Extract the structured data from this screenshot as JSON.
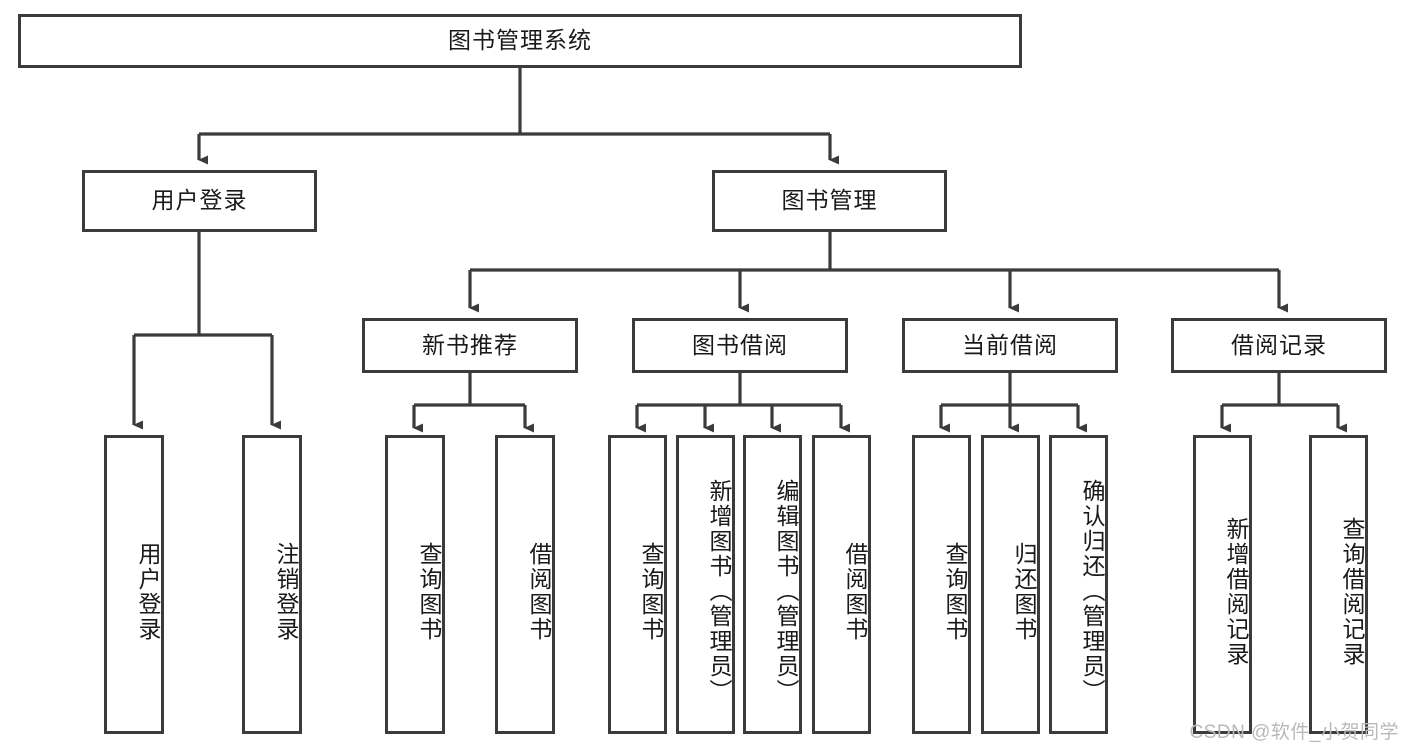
{
  "diagram": {
    "title": "图书管理系统",
    "type": "hierarchy-tree",
    "style": {
      "box_border_color": "#3b3b3b",
      "box_fill_color": "#ffffff",
      "line_color": "#3b3b3b",
      "text_color": "#1a1a1a",
      "background": "#ffffff"
    },
    "root": {
      "label": "图书管理系统"
    },
    "level2": [
      {
        "label": "用户登录"
      },
      {
        "label": "图书管理"
      }
    ],
    "level3": [
      {
        "label": "新书推荐"
      },
      {
        "label": "图书借阅"
      },
      {
        "label": "当前借阅"
      },
      {
        "label": "借阅记录"
      }
    ],
    "leaves": {
      "user_login": [
        {
          "label": "用户登录"
        },
        {
          "label": "注销登录"
        }
      ],
      "new_book_recommend": [
        {
          "label": "查询图书"
        },
        {
          "label": "借阅图书"
        }
      ],
      "book_borrow": [
        {
          "label": "查询图书"
        },
        {
          "label": "新增图书（管理员）"
        },
        {
          "label": "编辑图书（管理员）"
        },
        {
          "label": "借阅图书"
        }
      ],
      "current_borrow": [
        {
          "label": "查询图书"
        },
        {
          "label": "归还图书"
        },
        {
          "label": "确认归还（管理员）"
        }
      ],
      "borrow_record": [
        {
          "label": "新增借阅记录"
        },
        {
          "label": "查询借阅记录"
        }
      ]
    }
  },
  "watermark": {
    "text": "CSDN @软件_小贺同学"
  }
}
